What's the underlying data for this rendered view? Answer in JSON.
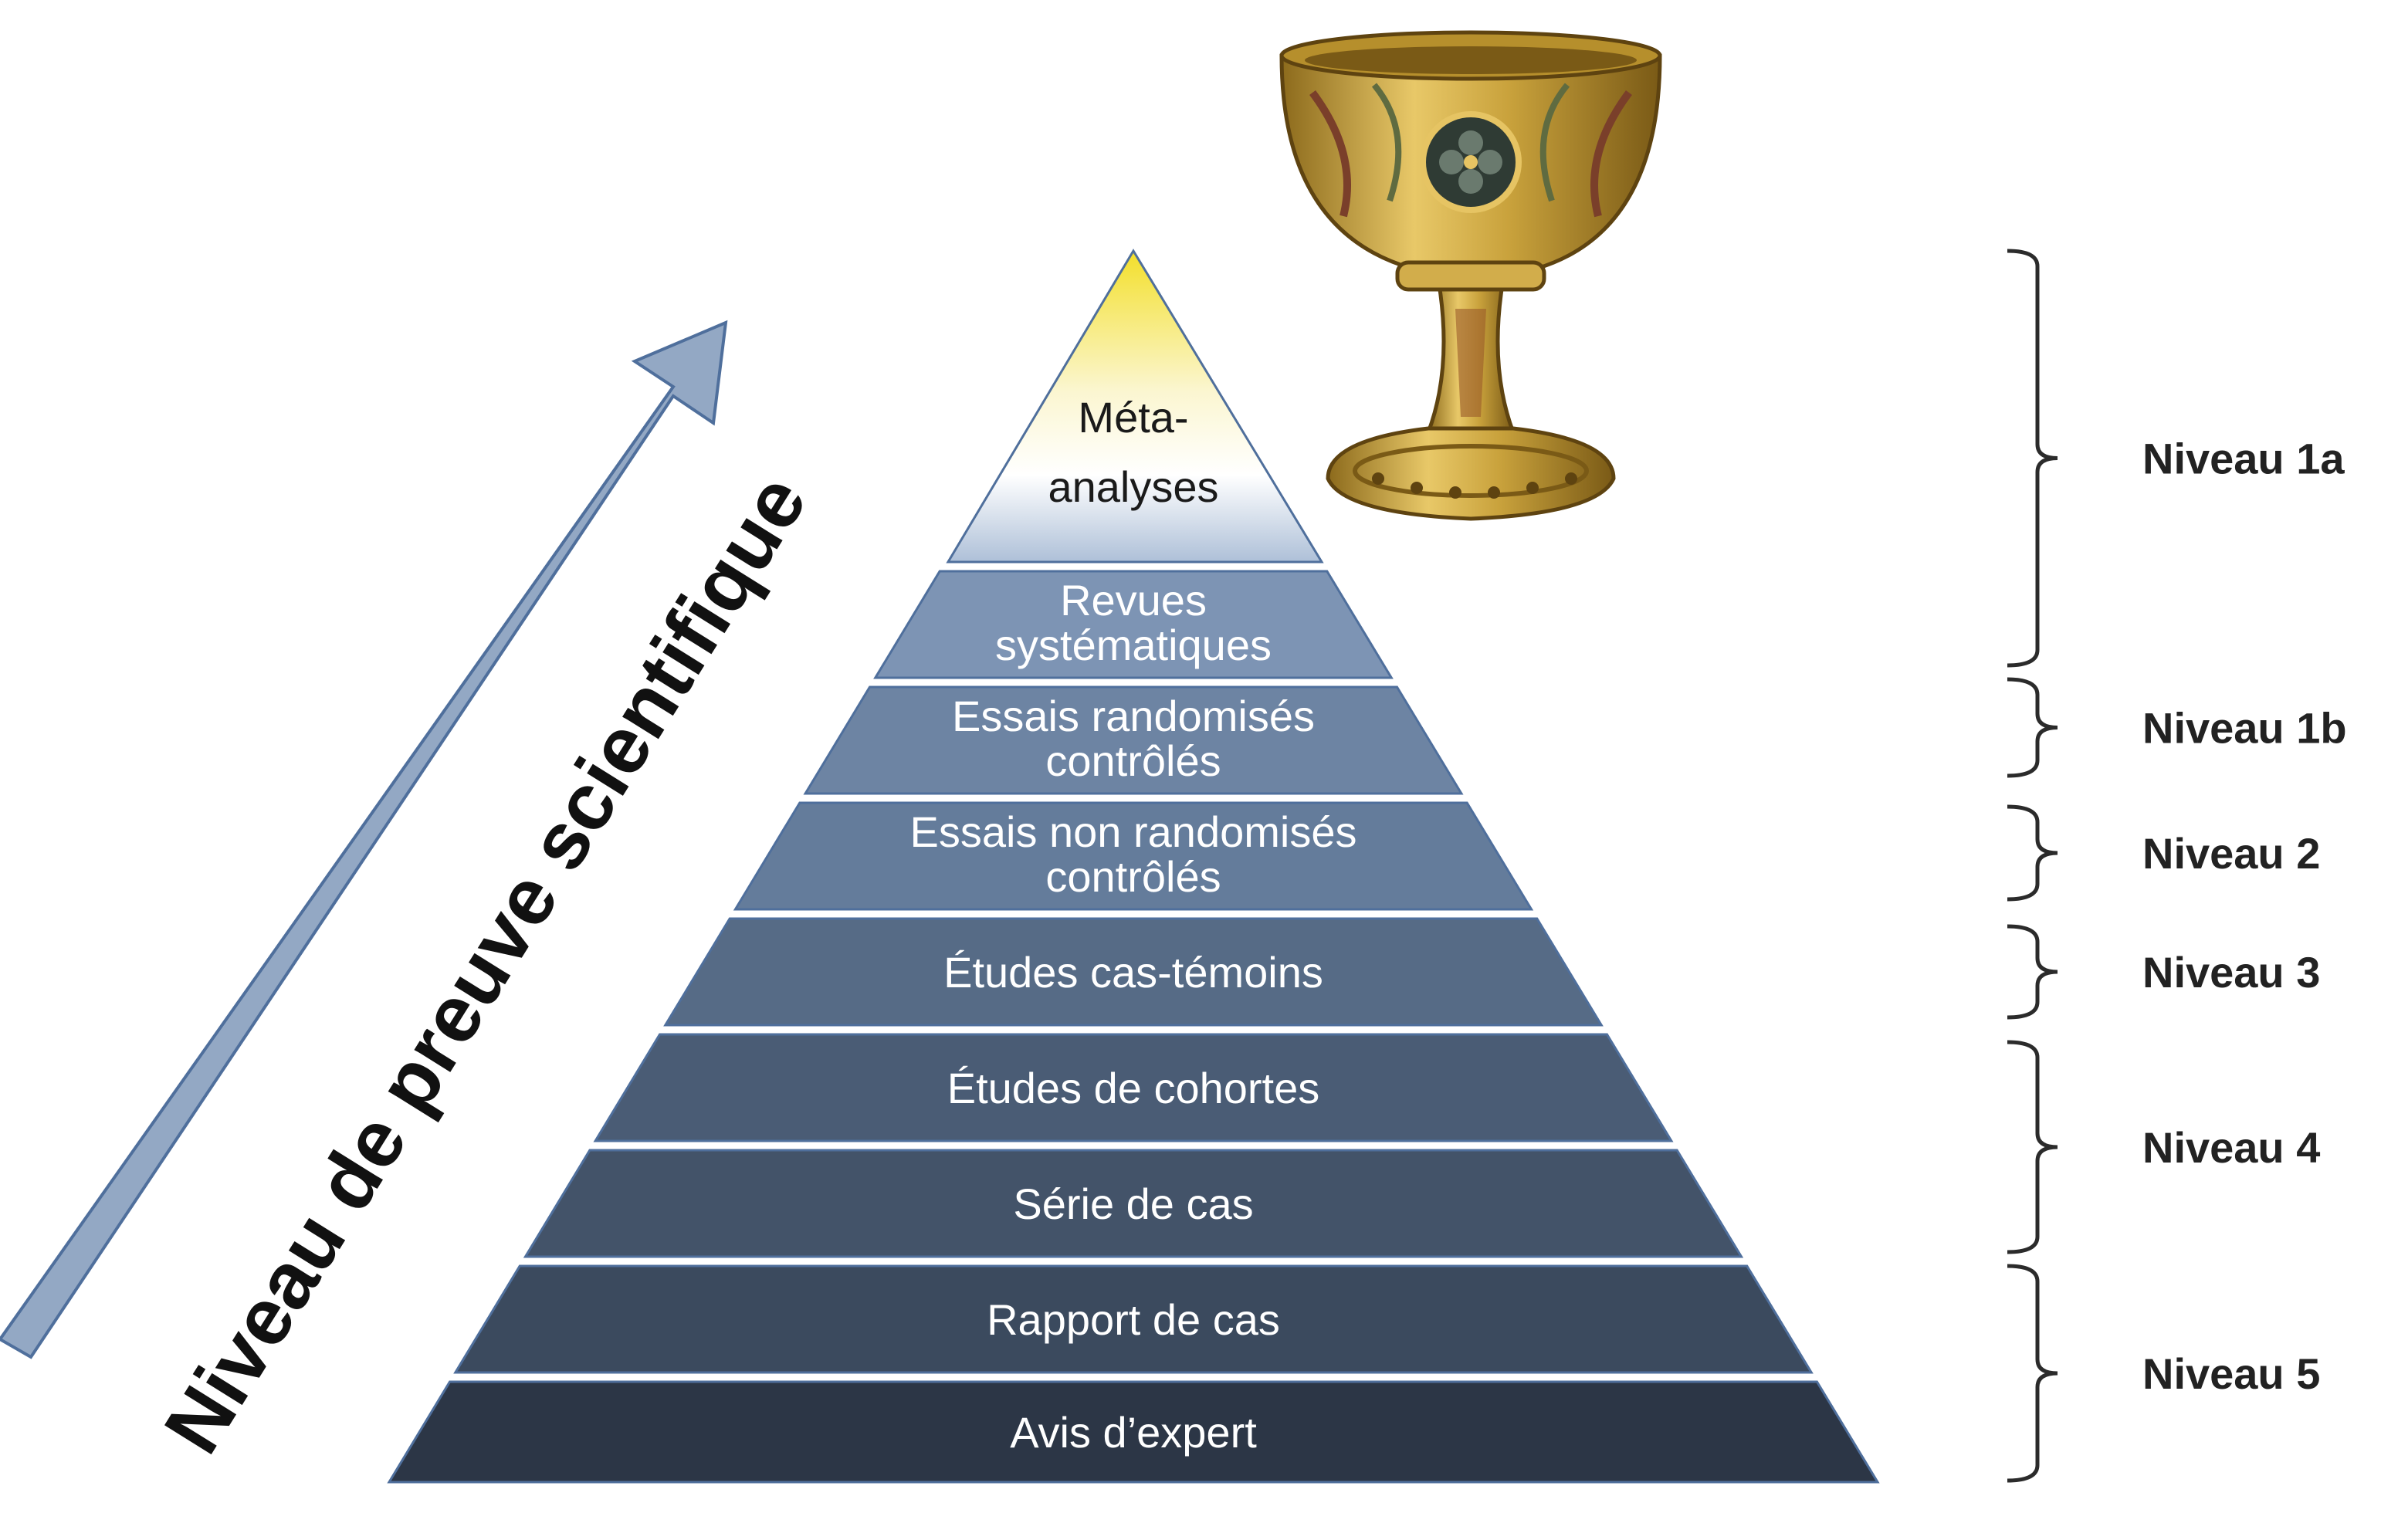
{
  "axis_title": "Niveau de preuve scientifique",
  "pyramid": {
    "apex": {
      "line1": "Méta-",
      "line2": "analyses"
    },
    "tiers": [
      {
        "line1": "Revues",
        "line2": "systématiques",
        "color": "#7d94b4"
      },
      {
        "line1": "Essais randomisés",
        "line2": "contrôlés",
        "color": "#6d84a3"
      },
      {
        "line1": "Essais non randomisés",
        "line2": "contrôlés",
        "color": "#647c9b"
      },
      {
        "line1": "Études cas-témoins",
        "line2": "",
        "color": "#566b86"
      },
      {
        "line1": "Études de cohortes",
        "line2": "",
        "color": "#4a5c75"
      },
      {
        "line1": "Série de cas",
        "line2": "",
        "color": "#435369"
      },
      {
        "line1": "Rapport de cas",
        "line2": "",
        "color": "#3b4a5e"
      },
      {
        "line1": "Avis d’expert",
        "line2": "",
        "color": "#2c3646"
      }
    ],
    "apex_gradient": [
      "#f3df2a",
      "#fbf6d0",
      "#ffffff",
      "#aec0d8"
    ]
  },
  "levels": [
    {
      "label": "Niveau 1a"
    },
    {
      "label": "Niveau 1b"
    },
    {
      "label": "Niveau 2"
    },
    {
      "label": "Niveau 3"
    },
    {
      "label": "Niveau 4"
    },
    {
      "label": "Niveau 5"
    }
  ],
  "colors": {
    "arrow_fill": "#93a8c4",
    "arrow_stroke": "#4f6f9c",
    "gold": "#c9a23c"
  },
  "chalice_icon": "holy-grail-chalice-icon"
}
